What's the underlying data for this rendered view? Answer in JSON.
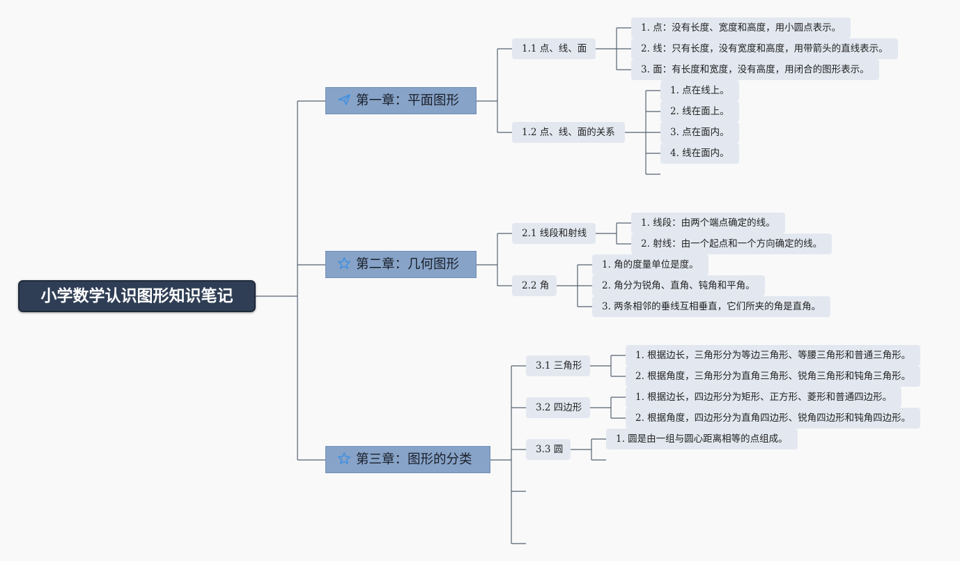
{
  "root": {
    "title": "小学数学认识图形知识笔记"
  },
  "chapters": [
    {
      "title": "第一章：平面图形",
      "icon": "paper-plane-icon",
      "topics": [
        {
          "label": "1.1 点、线、面",
          "items": [
            "1. 点：没有长度、宽度和高度，用小圆点表示。",
            "2. 线：只有长度，没有宽度和高度，用带箭头的直线表示。",
            "3. 面：有长度和宽度，没有高度，用闭合的图形表示。"
          ]
        },
        {
          "label": "1.2 点、线、面的关系",
          "items": [
            "1. 点在线上。",
            "2. 线在面上。",
            "3. 点在面内。",
            "4. 线在面内。"
          ]
        }
      ]
    },
    {
      "title": "第二章：几何图形",
      "icon": "star-icon",
      "topics": [
        {
          "label": "2.1 线段和射线",
          "items": [
            "1. 线段：由两个端点确定的线。",
            "2. 射线：由一个起点和一个方向确定的线。"
          ]
        },
        {
          "label": "2.2 角",
          "items": [
            "1. 角的度量单位是度。",
            "2. 角分为锐角、直角、钝角和平角。",
            "3. 两条相邻的垂线互相垂直，它们所夹的角是直角。"
          ]
        }
      ]
    },
    {
      "title": "第三章：图形的分类",
      "icon": "star-icon",
      "topics": [
        {
          "label": "3.1 三角形",
          "items": [
            "1. 根据边长，三角形分为等边三角形、等腰三角形和普通三角形。",
            "2. 根据角度，三角形分为直角三角形、锐角三角形和钝角三角形。"
          ]
        },
        {
          "label": "3.2 四边形",
          "items": [
            "1. 根据边长，四边形分为矩形、正方形、菱形和普通四边形。",
            "2. 根据角度，四边形分为直角四边形、锐角四边形和钝角四边形。"
          ]
        },
        {
          "label": "3.3 圆",
          "items": [
            "1. 圆是由一组与圆心距离相等的点组成。"
          ]
        }
      ]
    }
  ],
  "colors": {
    "root_bg": "#2f3e55",
    "chapter_bg": "#87a3c7",
    "node_bg": "#e3e8f0",
    "connector": "#4a5568",
    "icon": "#3f8fe0"
  }
}
